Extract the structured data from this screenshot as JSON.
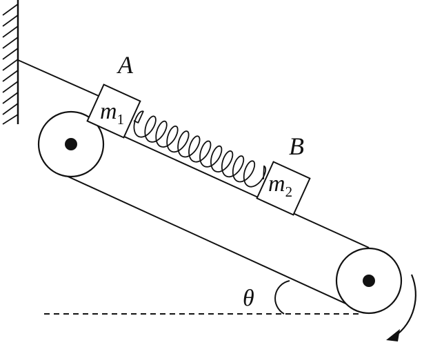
{
  "labels": {
    "block_a": "A",
    "block_b": "B",
    "mass_1_symbol": "m",
    "mass_1_subscript": "1",
    "mass_2_symbol": "m",
    "mass_2_subscript": "2",
    "angle": "θ"
  },
  "colors": {
    "ink": "#111111",
    "background": "#ffffff"
  },
  "icons": {
    "rotation_indicator": "curved-arrow-clockwise-icon"
  }
}
